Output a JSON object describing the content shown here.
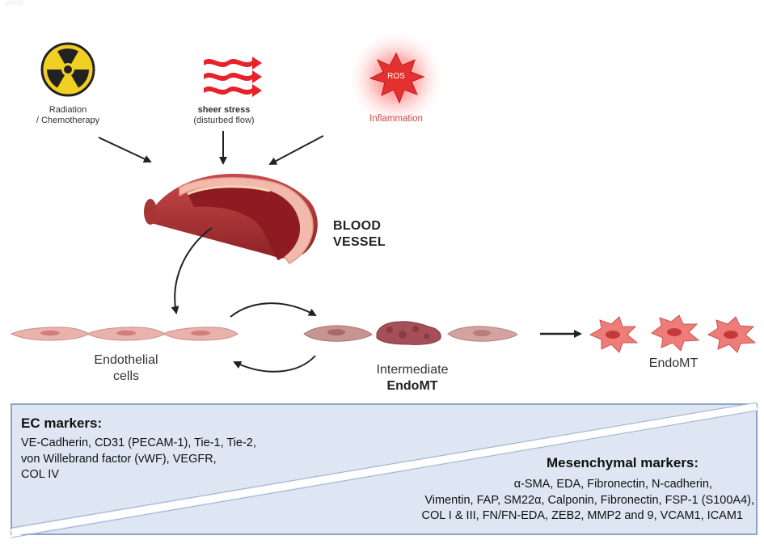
{
  "watermark": "ublish",
  "triggers": {
    "radiation": {
      "line1": "Radiation",
      "line2": "/ Chemotherapy"
    },
    "sheer": {
      "line1": "sheer stress",
      "line2": "(disturbed flow)"
    },
    "inflammation": {
      "badge": "ROS",
      "label": "Inflammation"
    }
  },
  "vessel": {
    "line1": "BLOOD",
    "line2": "VESSEL"
  },
  "stages": {
    "endothelial": {
      "line1": "Endothelial",
      "line2": "cells"
    },
    "intermediate": {
      "line1": "Intermediate",
      "line2": "EndoMT"
    },
    "endomt": {
      "label": "EndoMT"
    }
  },
  "ec_markers": {
    "title": "EC markers:",
    "lines": [
      "VE-Cadherin, CD31 (PECAM-1), Tie-1, Tie-2,",
      "von Willebrand factor (vWF), VEGFR,",
      "COL IV"
    ]
  },
  "mesenchymal_markers": {
    "title": "Mesenchymal  markers:",
    "lines": [
      "α-SMA, EDA, Fibronectin, N-cadherin,",
      "Vimentin,  FAP, SM22α, Calponin, Fibronectin, FSP-1 (S100A4),",
      "COL I & III, FN/FN-EDA, ZEB2, MMP2 and 9, VCAM1, ICAM1"
    ]
  },
  "colors": {
    "box_bg": "#dde6f2",
    "box_border": "#8ea3c4",
    "vessel_outer": "#b33a3a",
    "vessel_inner": "#8e1b22",
    "vessel_wall": "#f2b9ad",
    "cell_pink": "#e9a8a3",
    "cell_mid": "#c08a8a",
    "endomt_cell": "#e96a6a",
    "radiation_yellow": "#f2cf23",
    "flow_red": "#e8222b",
    "ros_red": "#e53030"
  }
}
